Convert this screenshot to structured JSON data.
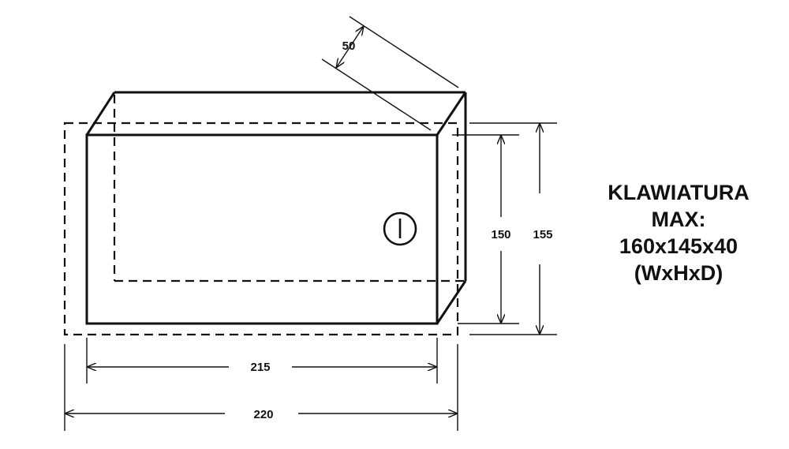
{
  "dimensions": {
    "depth": "50",
    "inner_height": "150",
    "outer_height": "155",
    "inner_width": "215",
    "outer_width": "220"
  },
  "caption": {
    "line1": "KLAWIATURA",
    "line2": "MAX:",
    "line3": "160x145x40",
    "line4": "(WxHxD)"
  }
}
